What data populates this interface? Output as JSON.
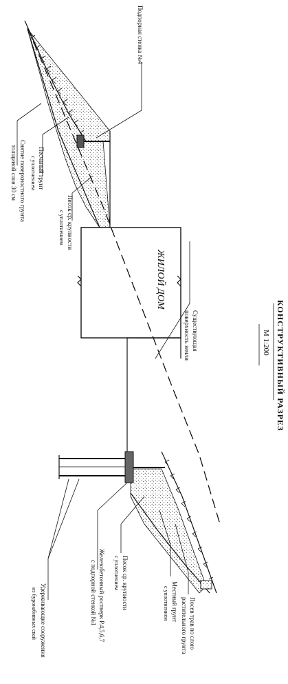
{
  "title": "КОНСТРУКТИВНЫЙ РАЗРЕЗ",
  "scale": "М 1:200",
  "building_label": "ЖИЛОЙ ДОМ",
  "labels": {
    "existing_surface": [
      "Существующая",
      "поверхность земли"
    ],
    "retaining_wall_4": "Подпорная стенка №4",
    "sand_soil_left": [
      "Песчаный грунт",
      "с уплотнением"
    ],
    "topsoil_removal": [
      "Снятие поверхностного грунта",
      "толщиной слоя 30 см"
    ],
    "sand_medium_left": [
      "Песок ср. крупности",
      "с уплотнением"
    ],
    "grass_seeding": [
      "Посев трав по слою",
      "растительного грунта"
    ],
    "local_soil": [
      "Местный грунт",
      "с уплотнением"
    ],
    "sand_medium_right": [
      "Песок ср. крупности",
      "с уплотнением"
    ],
    "rc_grillage": [
      "Железобетонный ростверк Р.4,5,6,7",
      "с подпорной стенкой №1"
    ],
    "retaining_piles": [
      "Удерживающие сооружения",
      "из буронабивных свай"
    ]
  }
}
